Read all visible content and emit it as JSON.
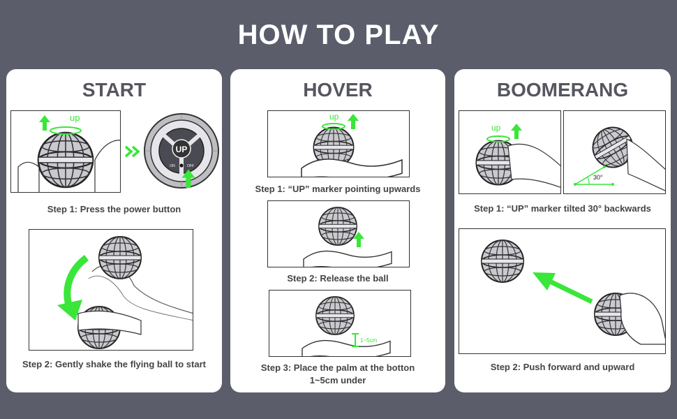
{
  "title": "HOW TO PLAY",
  "colors": {
    "background": "#5b5d6b",
    "panel": "#ffffff",
    "accent": "#39e639",
    "text": "#444444"
  },
  "panels": [
    {
      "title": "START",
      "steps": [
        {
          "caption": "Step 1: Press the power button",
          "marker": "up"
        },
        {
          "caption": "Step 2: Gently shake the flying ball to start"
        }
      ],
      "switch": {
        "button": "UP",
        "on": "ON",
        "off": "OFF"
      }
    },
    {
      "title": "HOVER",
      "steps": [
        {
          "caption": "Step 1: “UP” marker pointing upwards",
          "marker": "up"
        },
        {
          "caption": "Step 2: Release the ball"
        },
        {
          "caption": "Step 3: Place the palm at the botton",
          "caption2": "1~5cm under",
          "distance": "1~5cm"
        }
      ]
    },
    {
      "title": "BOOMERANG",
      "steps": [
        {
          "caption": "Step 1: “UP” marker tilted 30° backwards",
          "marker": "up",
          "angle": "30°"
        },
        {
          "caption": "Step 2: Push forward and upward"
        }
      ]
    }
  ]
}
